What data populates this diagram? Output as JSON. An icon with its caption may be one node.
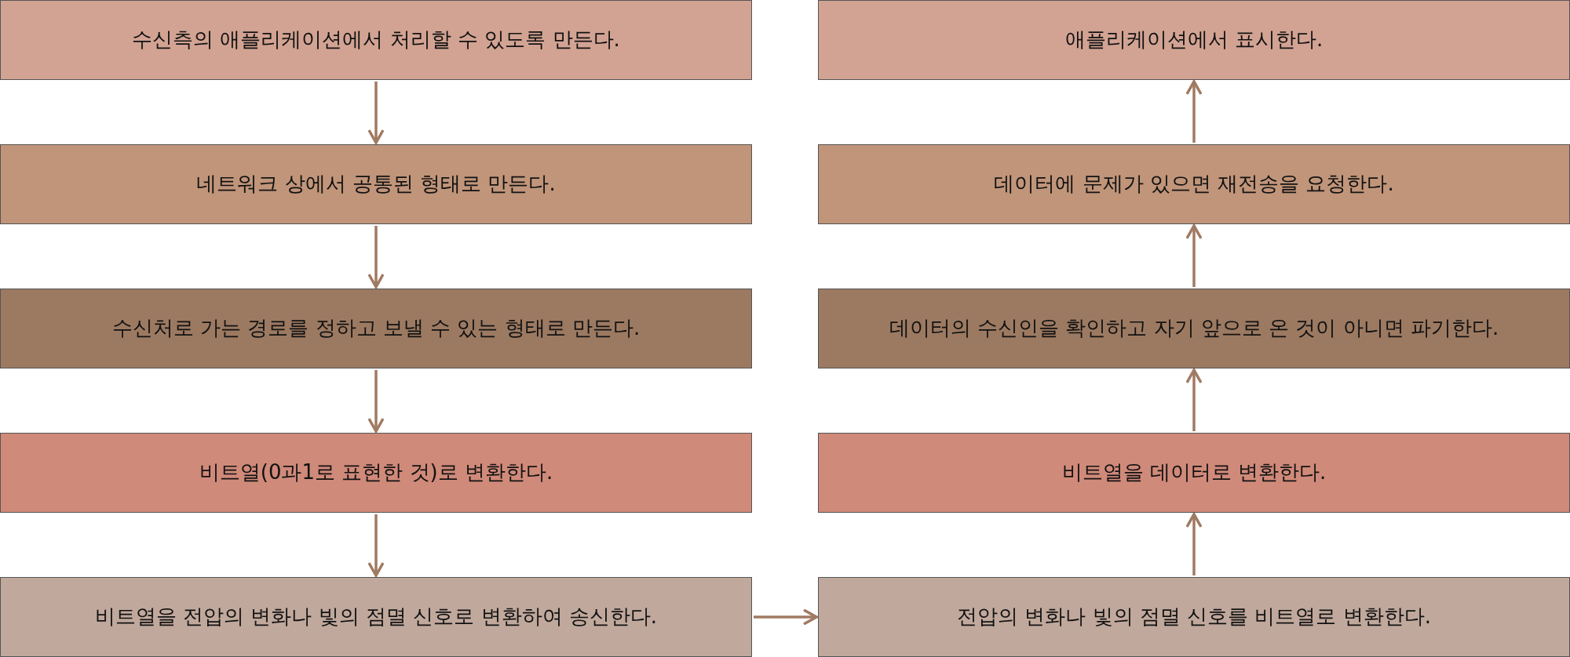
{
  "diagram": {
    "nodes": [
      {
        "text": [
          "수신측의 애플리케이션에서 처리할 수 있도록 만든다."
        ]
      },
      {
        "text": [
          "네트워크 상에서 공통된 형태로 만든다."
        ]
      },
      {
        "text": [
          "수신처로 가는 경로를 정하고 보낼 수 있는 형태로 만든다."
        ]
      },
      {
        "text": [
          "비트열(0과1로 표현한 것)로 변환한다."
        ]
      },
      {
        "text": [
          "비트열을 전압의 변화나 빛의 점멸 신호로 변환하여 송신한다."
        ]
      },
      {
        "text": [
          "애플리케이션에서 표시한다."
        ]
      },
      {
        "text": [
          "데이터에 문제가 있으면 재전송을 요청한다."
        ]
      },
      {
        "text": [
          "데이터의 수신인을 확인하고 자기 앞으로 온 것이 아니면 파기한다."
        ]
      },
      {
        "text": [
          "비트열을 데이터로 변환한다."
        ]
      },
      {
        "text": [
          "전압의 변화나 빛의 점멸 신호를 비트열로 변환한다."
        ]
      }
    ],
    "edges": [
      {
        "from": 0,
        "to": 1,
        "arrow": "to"
      },
      {
        "from": 1,
        "to": 2,
        "arrow": "to"
      },
      {
        "from": 2,
        "to": 3,
        "arrow": "to"
      },
      {
        "from": 3,
        "to": 4,
        "arrow": "to"
      },
      {
        "from": 4,
        "to": 9,
        "arrow": "to"
      },
      {
        "from": 9,
        "to": 8,
        "arrow": "to"
      },
      {
        "from": 8,
        "to": 7,
        "arrow": "to"
      },
      {
        "from": 7,
        "to": 6,
        "arrow": "to"
      },
      {
        "from": 6,
        "to": 5,
        "arrow": "to"
      }
    ]
  }
}
